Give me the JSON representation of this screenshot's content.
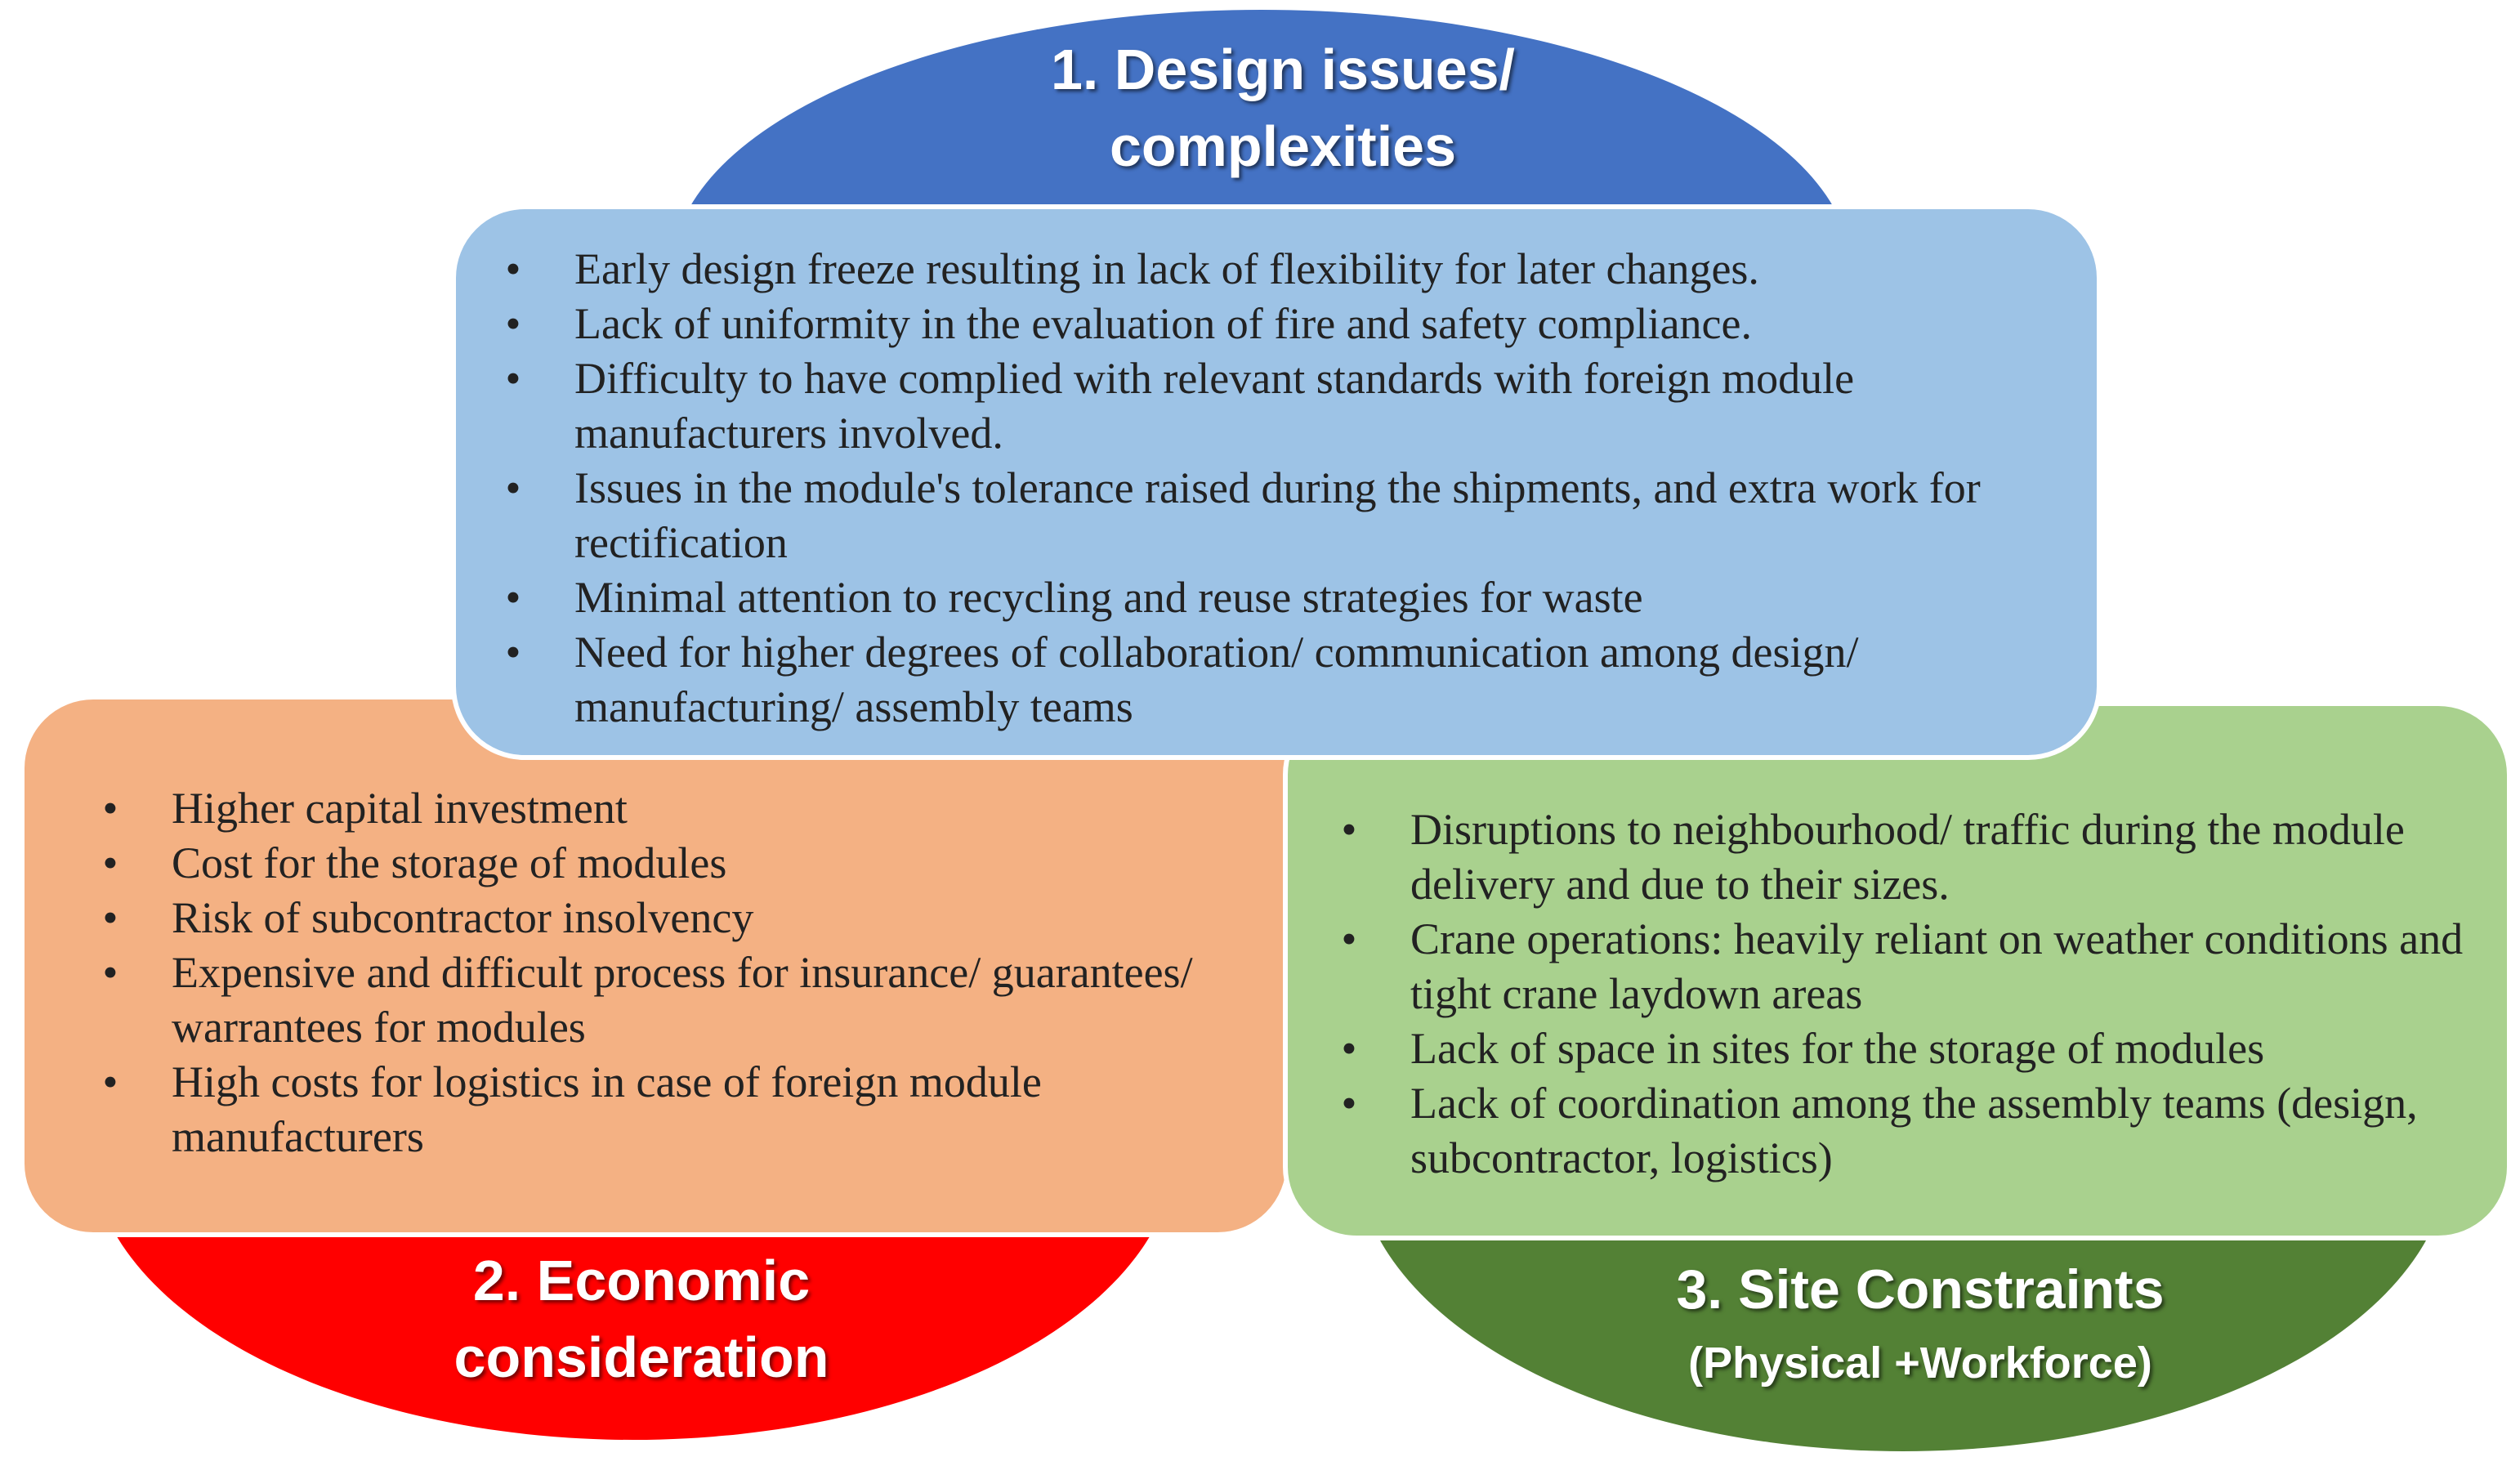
{
  "design": {
    "title_line1": "1. Design issues/",
    "title_line2": "complexities",
    "color": "#4472C4",
    "card_color": "#9DC3E6",
    "bullets": [
      "Early design freeze resulting in lack of flexibility for later changes.",
      "Lack of uniformity in the evaluation of fire and safety compliance.",
      "Difficulty to have complied with relevant standards with foreign module manufacturers involved.",
      "Issues in the module's tolerance raised during the shipments, and extra work for rectification",
      "Minimal attention to recycling and reuse strategies for waste",
      "Need for higher degrees of collaboration/ communication among design/ manufacturing/ assembly teams"
    ]
  },
  "economic": {
    "title_line1": "2. Economic",
    "title_line2": "consideration",
    "color": "#FF0000",
    "card_color": "#F4B183",
    "bullets": [
      "Higher capital investment",
      "Cost for the storage of modules",
      "Risk of subcontractor insolvency",
      "Expensive and difficult process for insurance/ guarantees/ warrantees for modules",
      "High costs for logistics in case of foreign module manufacturers"
    ]
  },
  "site": {
    "title_line1": "3. Site Constraints",
    "title_line2": "(Physical +Workforce)",
    "color": "#538135",
    "card_color": "#A9D18E",
    "bullets": [
      "Disruptions to neighbourhood/ traffic during the module delivery and due to their sizes.",
      "Crane operations: heavily reliant on weather conditions and tight crane laydown areas",
      "Lack of space in sites for the storage of modules",
      "Lack of coordination among the assembly teams (design, subcontractor, logistics)"
    ]
  },
  "bullet_glyph": "•"
}
